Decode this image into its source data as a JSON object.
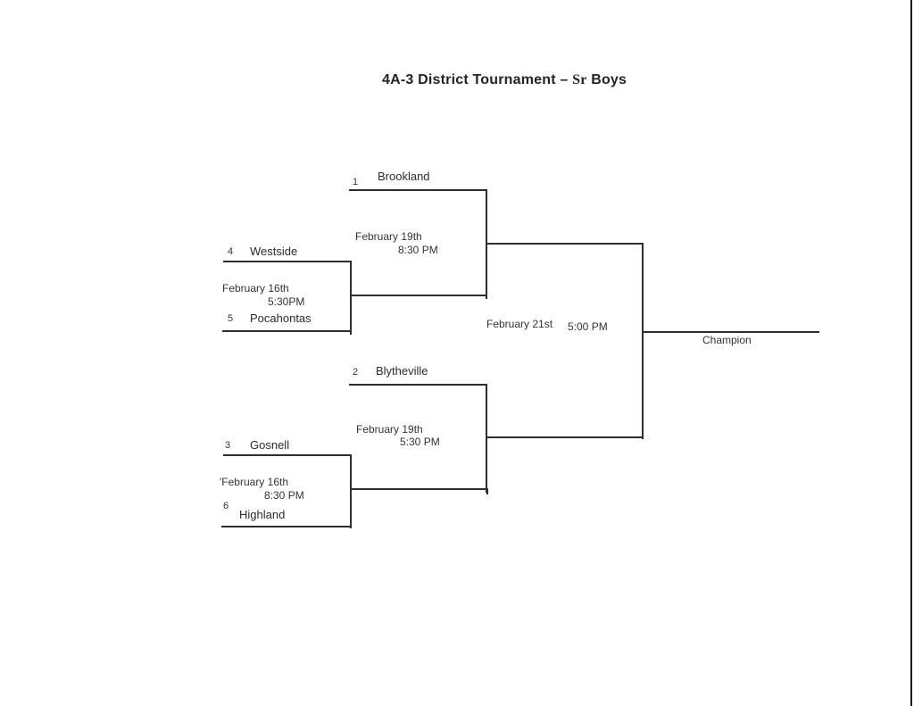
{
  "title": {
    "part1": "4A-3 District Tournament – ",
    "part2": "Sr",
    "part3": " Boys"
  },
  "bracket": {
    "entries": [
      {
        "seed": "1",
        "name": "Brookland"
      },
      {
        "seed": "4",
        "name": "Westside"
      },
      {
        "seed": "5",
        "name": "Pocahontas"
      },
      {
        "seed": "2",
        "name": "Blytheville"
      },
      {
        "seed": "3",
        "name": "Gosnell"
      },
      {
        "seed": "6",
        "name": "Highland"
      }
    ],
    "round1": [
      {
        "date": "February 16th",
        "time": "5:30PM"
      },
      {
        "date": "'February 16th",
        "time": "8:30 PM"
      }
    ],
    "semifinals": [
      {
        "date": "February 19th",
        "time": "8:30 PM"
      },
      {
        "date": "February 19th",
        "time": "5:30 PM"
      }
    ],
    "final": {
      "date": "February 21st",
      "time": "5:00 PM"
    },
    "champion_label": "Champion"
  }
}
